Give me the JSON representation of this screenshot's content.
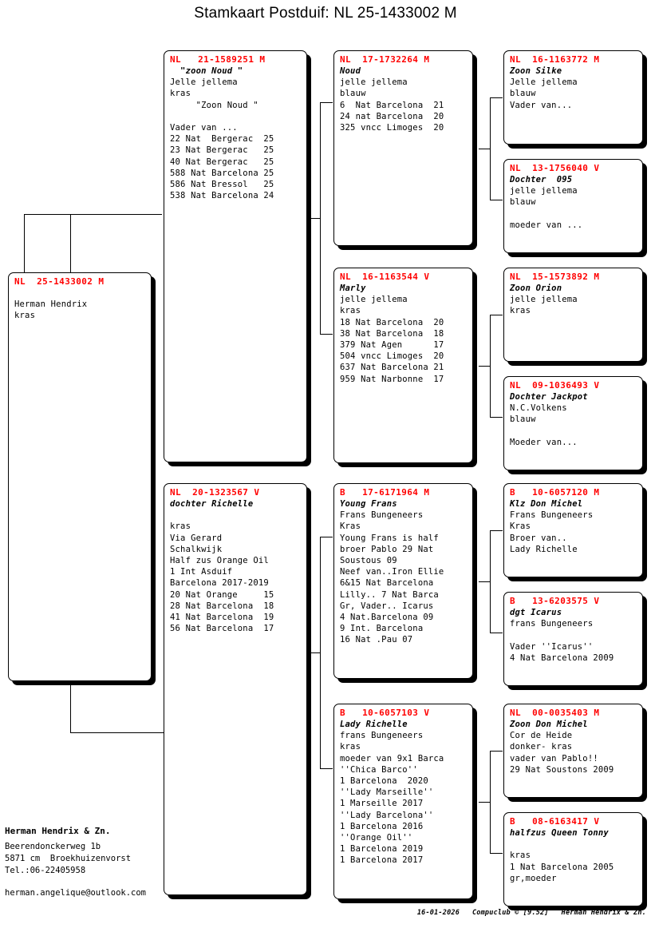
{
  "page": {
    "title": "Stamkaart Postduif: NL  25-1433002 M"
  },
  "subject": {
    "ring": "NL  25-1433002 M",
    "lines": [
      "",
      "Herman Hendrix",
      "kras"
    ]
  },
  "sire": {
    "ring": "NL   21-1589251 M",
    "lines": [
      "  \"zoon Noud \"",
      "Jelle jellema",
      "kras",
      "     \"Zoon Noud \"",
      "",
      "Vader van ...",
      "22 Nat  Bergerac  25",
      "23 Nat Bergerac   25",
      "40 Nat Bergerac   25",
      "588 Nat Barcelona 25",
      "586 Nat Bressol   25",
      "538 Nat Barcelona 24"
    ],
    "italic_line_index": 0
  },
  "sire_sire": {
    "ring": "NL  17-1732264 M",
    "lines": [
      "Noud",
      "jelle jellema",
      "blauw",
      "6  Nat Barcelona  21",
      "24 nat Barcelona  20",
      "325 vncc Limoges  20"
    ],
    "italic_line_index": 0
  },
  "sire_sire_sire": {
    "ring": "NL  16-1163772 M",
    "lines": [
      "Zoon Silke",
      "Jelle jellema",
      "blauw",
      "Vader van..."
    ],
    "italic_line_index": 0
  },
  "sire_sire_dam": {
    "ring": "NL  13-1756040 V",
    "lines": [
      "Dochter  095",
      "jelle jellema",
      "blauw",
      "",
      "moeder van ..."
    ],
    "italic_line_index": 0
  },
  "sire_dam": {
    "ring": "NL  16-1163544 V",
    "lines": [
      "Marly",
      "jelle jellema",
      "kras",
      "18 Nat Barcelona  20",
      "38 Nat Barcelona  18",
      "379 Nat Agen      17",
      "504 vncc Limoges  20",
      "637 Nat Barcelona 21",
      "959 Nat Narbonne  17"
    ],
    "italic_line_index": 0
  },
  "sire_dam_sire": {
    "ring": "NL  15-1573892 M",
    "lines": [
      "Zoon Orion",
      "jelle jellema",
      "kras"
    ],
    "italic_line_index": 0
  },
  "sire_dam_dam": {
    "ring": "NL  09-1036493 V",
    "lines": [
      "Dochter Jackpot",
      "N.C.Volkens",
      "blauw",
      "",
      "Moeder van..."
    ],
    "italic_line_index": 0
  },
  "dam": {
    "ring": "NL  20-1323567 V",
    "lines": [
      "dochter Richelle",
      "",
      "kras",
      "Via Gerard",
      "Schalkwijk",
      "Half zus Orange Oil",
      "1 Int Asduif",
      "Barcelona 2017-2019",
      "20 Nat Orange     15",
      "28 Nat Barcelona  18",
      "41 Nat Barcelona  19",
      "56 Nat Barcelona  17"
    ],
    "italic_line_index": 0
  },
  "dam_sire": {
    "ring": "B   17-6171964 M",
    "lines": [
      "Young Frans",
      "Frans Bungeneers",
      "Kras",
      "Young Frans is half",
      "broer Pablo 29 Nat",
      "Soustous 09",
      "Neef van..Iron Ellie",
      "6&15 Nat Barcelona",
      "Lilly.. 7 Nat Barca",
      "Gr, Vader.. Icarus",
      "4 Nat.Barcelona 09",
      "9 Int. Barcelona",
      "16 Nat .Pau 07"
    ],
    "italic_line_index": 0
  },
  "dam_sire_sire": {
    "ring": "B   10-6057120 M",
    "lines": [
      "Klz Don Michel",
      "Frans Bungeneers",
      "Kras",
      "Broer van..",
      "Lady Richelle"
    ],
    "italic_line_index": 0
  },
  "dam_sire_dam": {
    "ring": "B   13-6203575 V",
    "lines": [
      "dgt Icarus",
      "frans Bungeneers",
      "",
      "Vader ''Icarus''",
      "4 Nat Barcelona 2009"
    ],
    "italic_line_index": 0
  },
  "dam_dam": {
    "ring": "B   10-6057103 V",
    "lines": [
      "Lady Richelle",
      "frans Bungeneers",
      "kras",
      "moeder van 9x1 Barca",
      "''Chica Barco''",
      "1 Barcelona  2020",
      "''Lady Marseille''",
      "1 Marseille 2017",
      "''Lady Barcelona''",
      "1 Barcelona 2016",
      "''Orange Oil''",
      "1 Barcelona 2019",
      "1 Barcelona 2017"
    ],
    "italic_line_index": 0
  },
  "dam_dam_sire": {
    "ring": "NL  00-0035403 M",
    "lines": [
      "Zoon Don Michel",
      "Cor de Heide",
      "donker- kras",
      "vader van Pablo!!",
      "29 Nat Soustons 2009"
    ],
    "italic_line_index": 0
  },
  "dam_dam_dam": {
    "ring": "B   08-6163417 V",
    "lines": [
      "halfzus Queen Tonny",
      "",
      "kras",
      "1 Nat Barcelona 2005",
      "gr,moeder"
    ],
    "italic_line_index": 0
  },
  "address": {
    "name": "Herman Hendrix & Zn.",
    "lines": "Beerendonckerweg 1b\n5871 cm  Broekhuizenvorst\nTel.:06-22405958",
    "email": "herman.angelique@outlook.com"
  },
  "footer": {
    "text": "16-01-2026   Compuclub © [9.52]   Herman Hendrix & Zn."
  },
  "colors": {
    "ring_red": "#ff0000",
    "text_black": "#000000",
    "background": "#ffffff"
  }
}
